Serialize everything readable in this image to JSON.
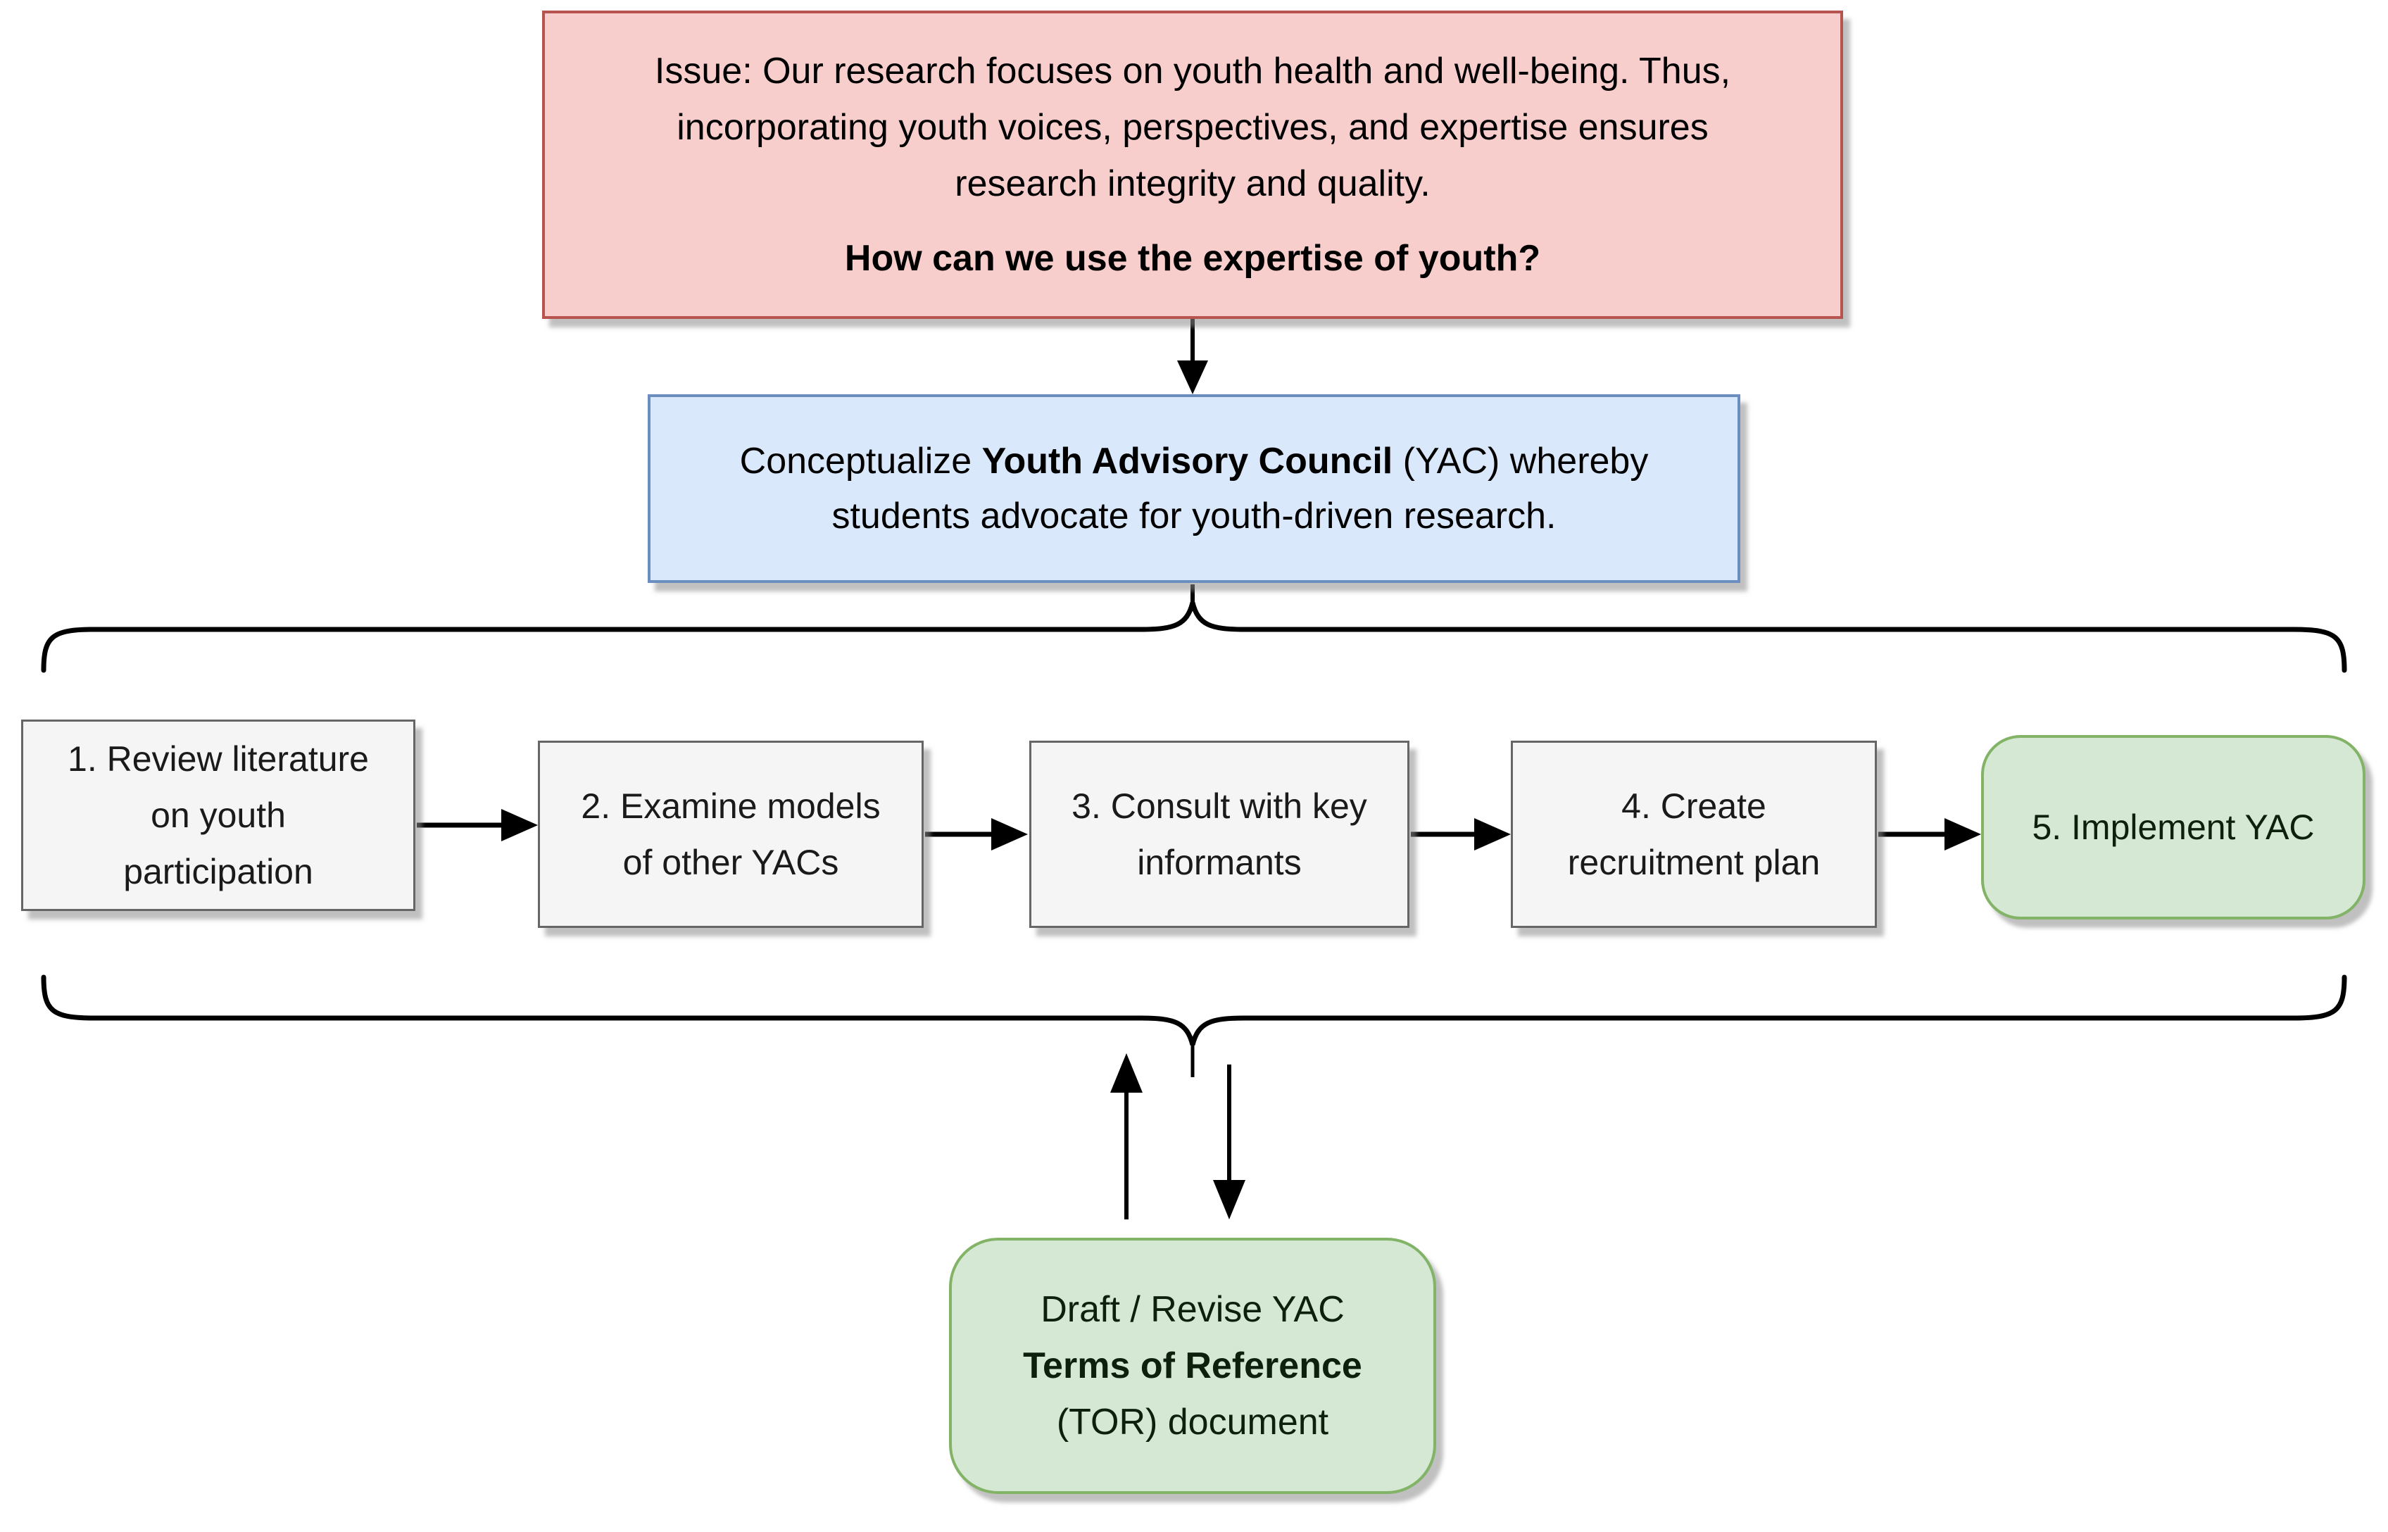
{
  "diagram": {
    "issue_box": {
      "body": "Issue: Our research focuses on youth health and well-being. Thus,\nincorporating youth voices, perspectives, and expertise ensures\nresearch integrity and quality.",
      "question": "How can we use the expertise of youth?"
    },
    "concept_box": {
      "line1_prefix": "Conceptualize ",
      "line1_bold": "Youth Advisory Council",
      "line1_suffix": " (YAC) whereby",
      "line2": "students advocate for youth-driven research."
    },
    "steps": [
      {
        "label": "1. Review literature\non youth\nparticipation"
      },
      {
        "label": "2. Examine models\nof other YACs"
      },
      {
        "label": "3. Consult with key\ninformants"
      },
      {
        "label": "4. Create\nrecruitment plan"
      },
      {
        "label": "5. Implement YAC"
      }
    ],
    "tor_box": {
      "line1": "Draft / Revise YAC",
      "line2_bold": "Terms of Reference",
      "line3": "(TOR) document"
    },
    "colors": {
      "issue_fill": "#f8cecc",
      "issue_stroke": "#b85450",
      "concept_fill": "#dae8fc",
      "concept_stroke": "#6c8ebf",
      "step_fill": "#f5f5f5",
      "step_stroke": "#666666",
      "green_fill": "#d5e8d4",
      "green_stroke": "#82b366",
      "connector": "#000000"
    }
  }
}
